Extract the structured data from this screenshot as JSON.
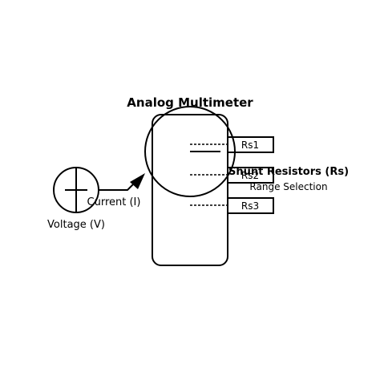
{
  "diagram": {
    "title": "Analog Multimeter",
    "voltage_label": "Voltage (V)",
    "current_label": "Current (I)",
    "shunt_label": "Shunt Resistors (Rs)",
    "range_label": "Range Selection",
    "resistors": [
      {
        "label": "Rs1"
      },
      {
        "label": "Rs2"
      },
      {
        "label": "Rs3"
      }
    ],
    "stroke_color": "#000000",
    "background_color": "#ffffff"
  }
}
